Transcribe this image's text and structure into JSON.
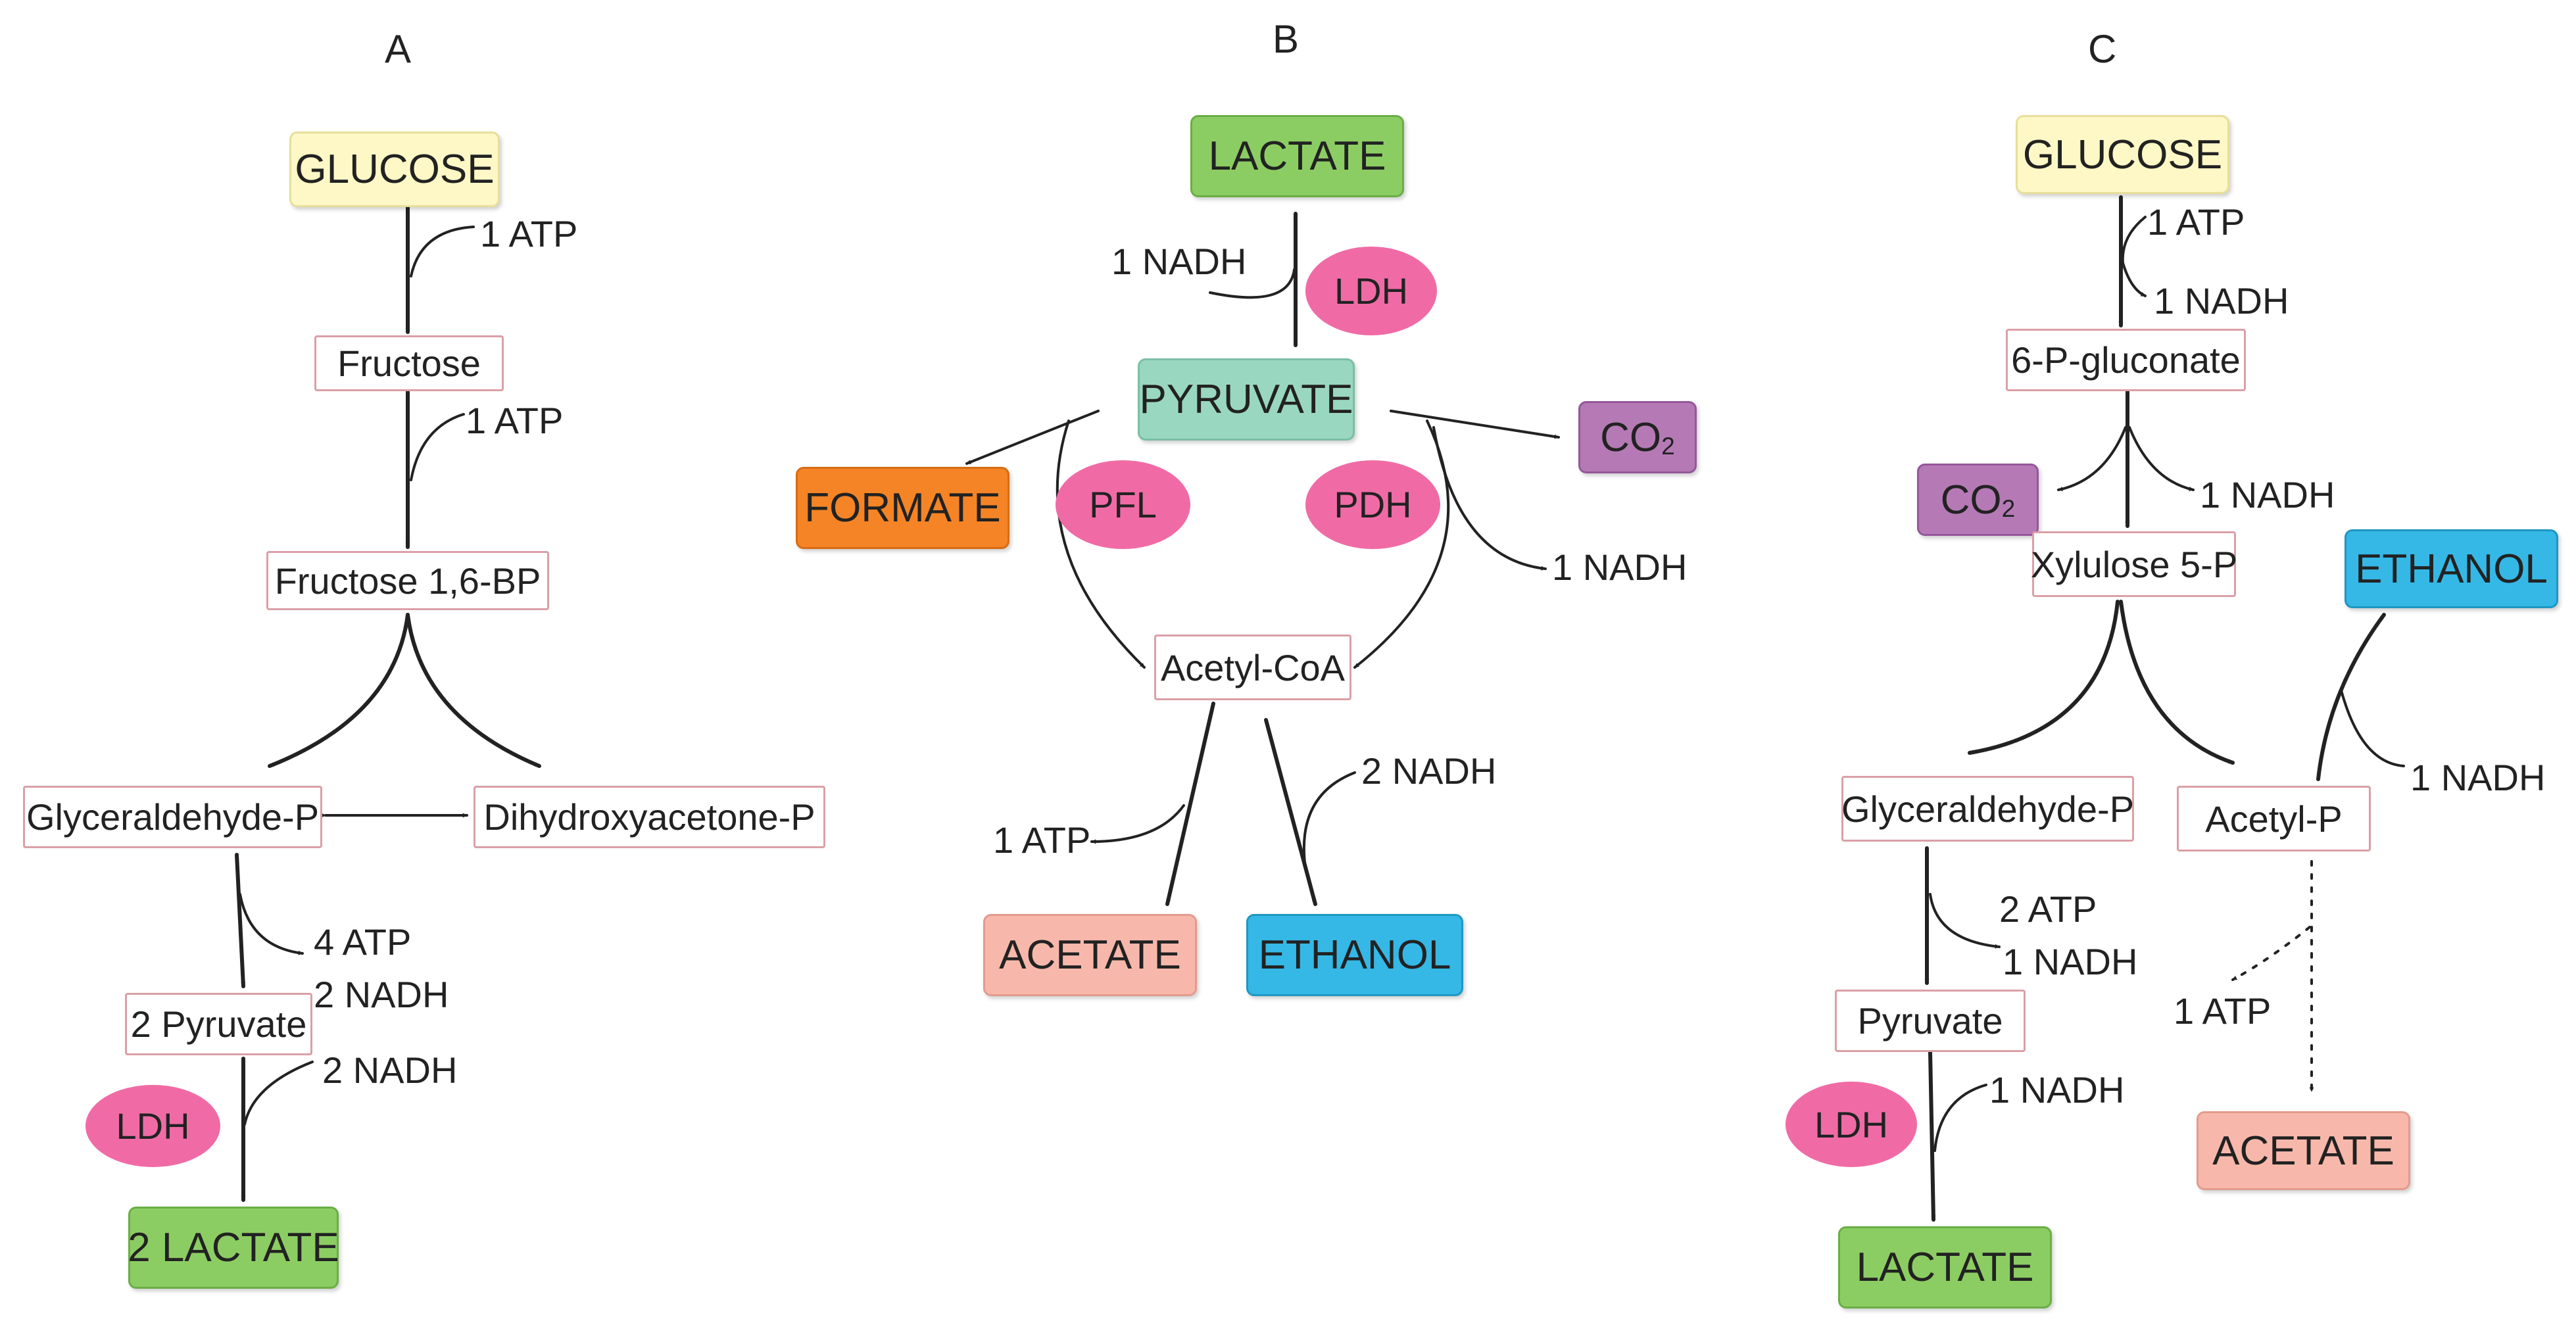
{
  "panels": {
    "a": "A",
    "b": "B",
    "c": "C"
  },
  "colors": {
    "glucose": "#fdf8c6",
    "lactate": "#8ccd63",
    "pyruvate_b": "#9ad7c1",
    "formate": "#f58426",
    "co2": "#b57ab6",
    "acetate": "#f7b8ab",
    "ethanol": "#35b8e6",
    "enzyme": "#f06ba6",
    "arrow": "#222222"
  },
  "A": {
    "glucose": "GLUCOSE",
    "fructose": "Fructose",
    "fructose_bp": "Fructose 1,6-BP",
    "glyceraldehyde": "Glyceraldehyde-P",
    "dihydroxyacetone": "Dihydroxyacetone-P",
    "pyruvate": "2 Pyruvate",
    "lactate": "2 LACTATE",
    "ldh": "LDH",
    "atp1": "1 ATP",
    "atp2": "1 ATP",
    "atp4": "4 ATP",
    "nadh2a": "2 NADH",
    "nadh2b": "2 NADH"
  },
  "B": {
    "lactate": "LACTATE",
    "ldh": "LDH",
    "nadh_ldh": "1 NADH",
    "pyruvate": "PYRUVATE",
    "formate": "FORMATE",
    "pfl": "PFL",
    "pdh": "PDH",
    "co2": "CO",
    "co2_sub": "2",
    "nadh_pdh": "1 NADH",
    "acetylcoa": "Acetyl-CoA",
    "atp": "1 ATP",
    "nadh2": "2 NADH",
    "acetate": "ACETATE",
    "ethanol": "ETHANOL"
  },
  "C": {
    "glucose": "GLUCOSE",
    "atp": "1 ATP",
    "nadh1": "1 NADH",
    "gluconate": "6-P-gluconate",
    "co2": "CO",
    "co2_sub": "2",
    "nadh2": "1 NADH",
    "xylulose": "Xylulose 5-P",
    "ethanol": "ETHANOL",
    "nadh_eth": "1 NADH",
    "glyceraldehyde": "Glyceraldehyde-P",
    "acetylp": "Acetyl-P",
    "atp2": "2 ATP",
    "nadh3": "1 NADH",
    "pyruvate": "Pyruvate",
    "ldh": "LDH",
    "nadh_ldh": "1 NADH",
    "lactate": "LACTATE",
    "atp_ace": "1 ATP",
    "acetate": "ACETATE"
  }
}
